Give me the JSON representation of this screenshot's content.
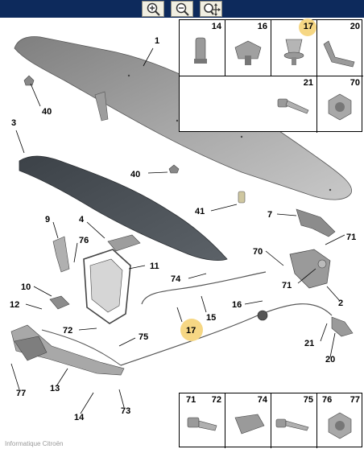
{
  "toolbar": {
    "zoom_in_icon": "magnifier-plus-icon",
    "zoom_out_icon": "magnifier-minus-icon",
    "pan_icon": "magnifier-move-icon"
  },
  "colors": {
    "toolbar_bg": "#0d2a5c",
    "highlight": "#f6d784",
    "part_fill": "#9a9a9a",
    "part_dark": "#4a4f55"
  },
  "callouts": {
    "c1": "1",
    "c3": "3",
    "c40a": "40",
    "c40b": "40",
    "c41": "41",
    "c7": "7",
    "c71a": "71",
    "c70": "70",
    "c71b": "71",
    "c2": "2",
    "c9": "9",
    "c4": "4",
    "c76": "76",
    "c11": "11",
    "c74": "74",
    "c10": "10",
    "c12": "12",
    "c16": "16",
    "c15": "15",
    "c17": "17",
    "c72": "72",
    "c75": "75",
    "c21": "21",
    "c20": "20",
    "c77": "77",
    "c13": "13",
    "c14": "14",
    "c73": "73"
  },
  "legend_top": {
    "row1": [
      "14",
      "16",
      "17",
      "20"
    ],
    "row2": [
      "21",
      "70"
    ]
  },
  "legend_bottom": {
    "cells": [
      "71",
      "72",
      "74",
      "75",
      "76",
      "77"
    ]
  },
  "footer_text": "Informatique Citroën"
}
